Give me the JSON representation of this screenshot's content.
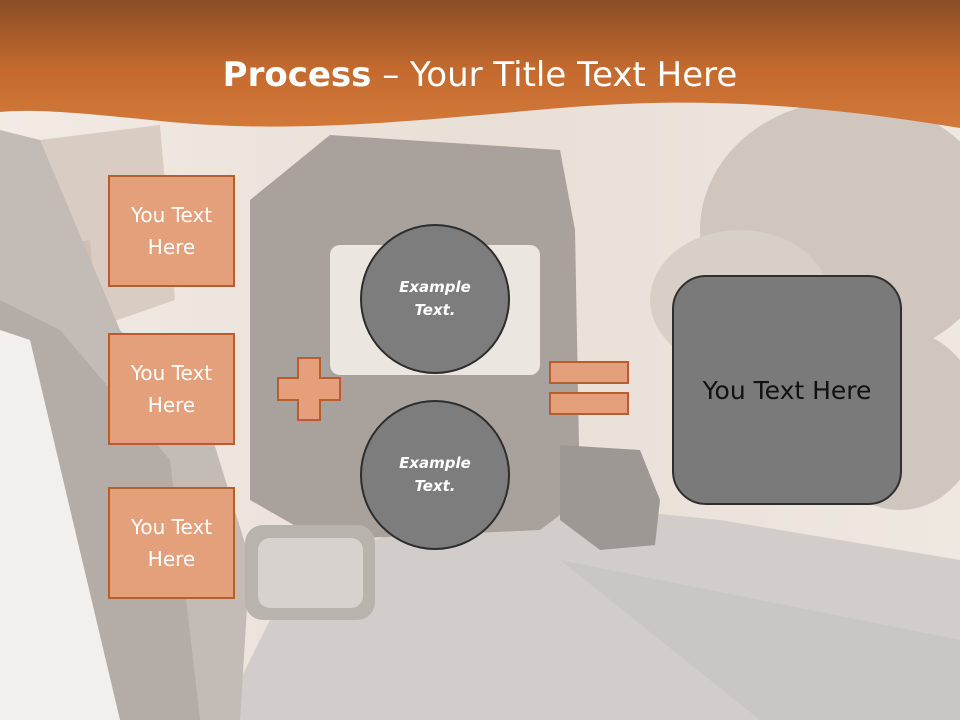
{
  "slide": {
    "title_bold": "Process",
    "title_dash": "–",
    "title_rest": "Your Title Text Here"
  },
  "left_boxes": [
    {
      "label": "You Text Here"
    },
    {
      "label": "You Text Here"
    },
    {
      "label": "You Text Here"
    }
  ],
  "circles": [
    {
      "label": "Example Text."
    },
    {
      "label": "Example Text."
    }
  ],
  "result": {
    "label": "You Text Here"
  },
  "colors": {
    "header_orange": "#c86a2c",
    "box_fill": "#e4a07a",
    "box_border": "#b75e2c",
    "circle_fill": "#7d7d7d",
    "result_fill": "#7a7a7a"
  }
}
